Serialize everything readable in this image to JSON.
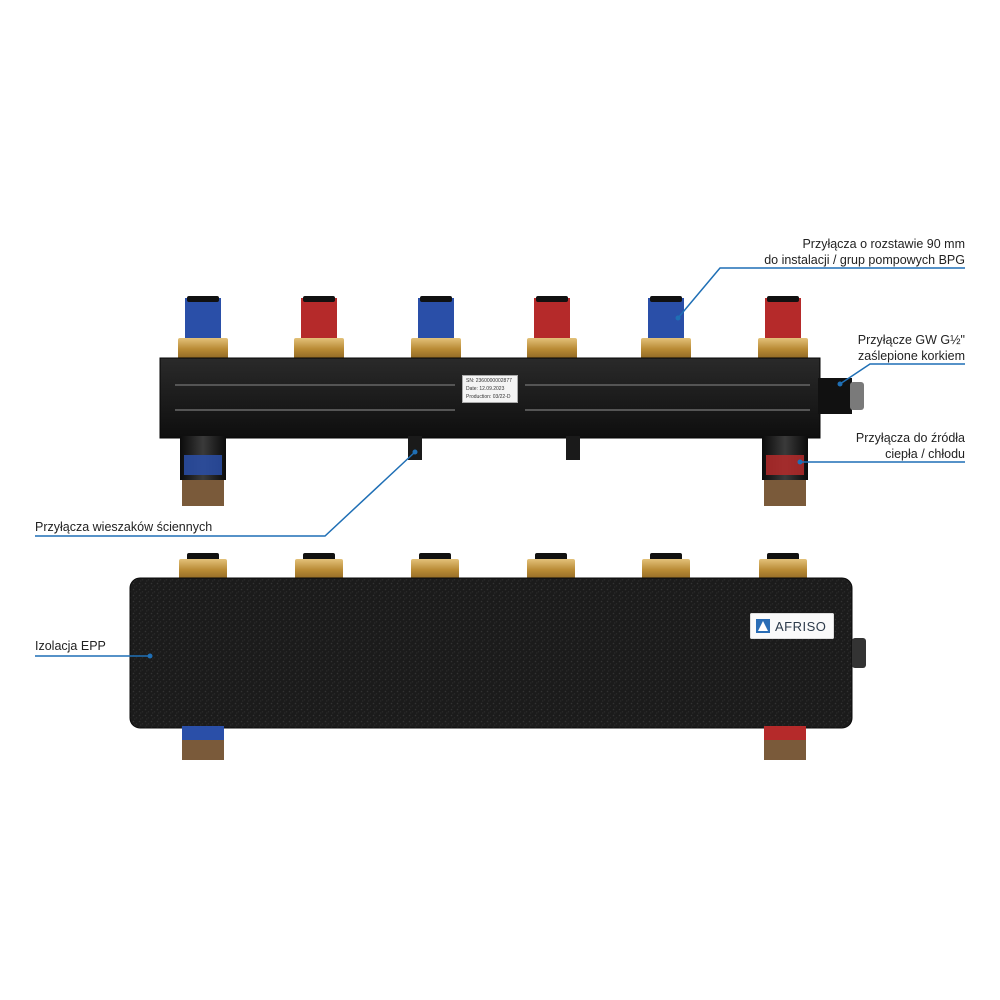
{
  "callouts": {
    "bpg_connections": {
      "line1": "Przyłącza o rozstawie 90 mm",
      "line2": "do instalacji / grup pompowych BPG"
    },
    "gw_connection": {
      "line1": "Przyłącze GW G½\"",
      "line2": "zaślepione korkiem"
    },
    "source_connections": {
      "line1": "Przyłącza do źródła",
      "line2": "ciepła / chłodu"
    },
    "wall_hangers": {
      "line1": "Przyłącza wieszaków ściennych"
    },
    "insulation": {
      "line1": "Izolacja EPP"
    }
  },
  "product_label": {
    "sn_label": "SN:",
    "sn_value": "2360000002877",
    "date_label": "Date:",
    "date_value": "12.09.2023",
    "production_label": "Production:",
    "production_value": "03/22-D"
  },
  "brand": {
    "name": "AFRISO"
  },
  "colors": {
    "callout_line": "#1f6fb5",
    "body": "#1a1a1a",
    "brass": "#c9a24a",
    "blue_valve": "#2a4fa8",
    "red_valve": "#b52a2a"
  }
}
